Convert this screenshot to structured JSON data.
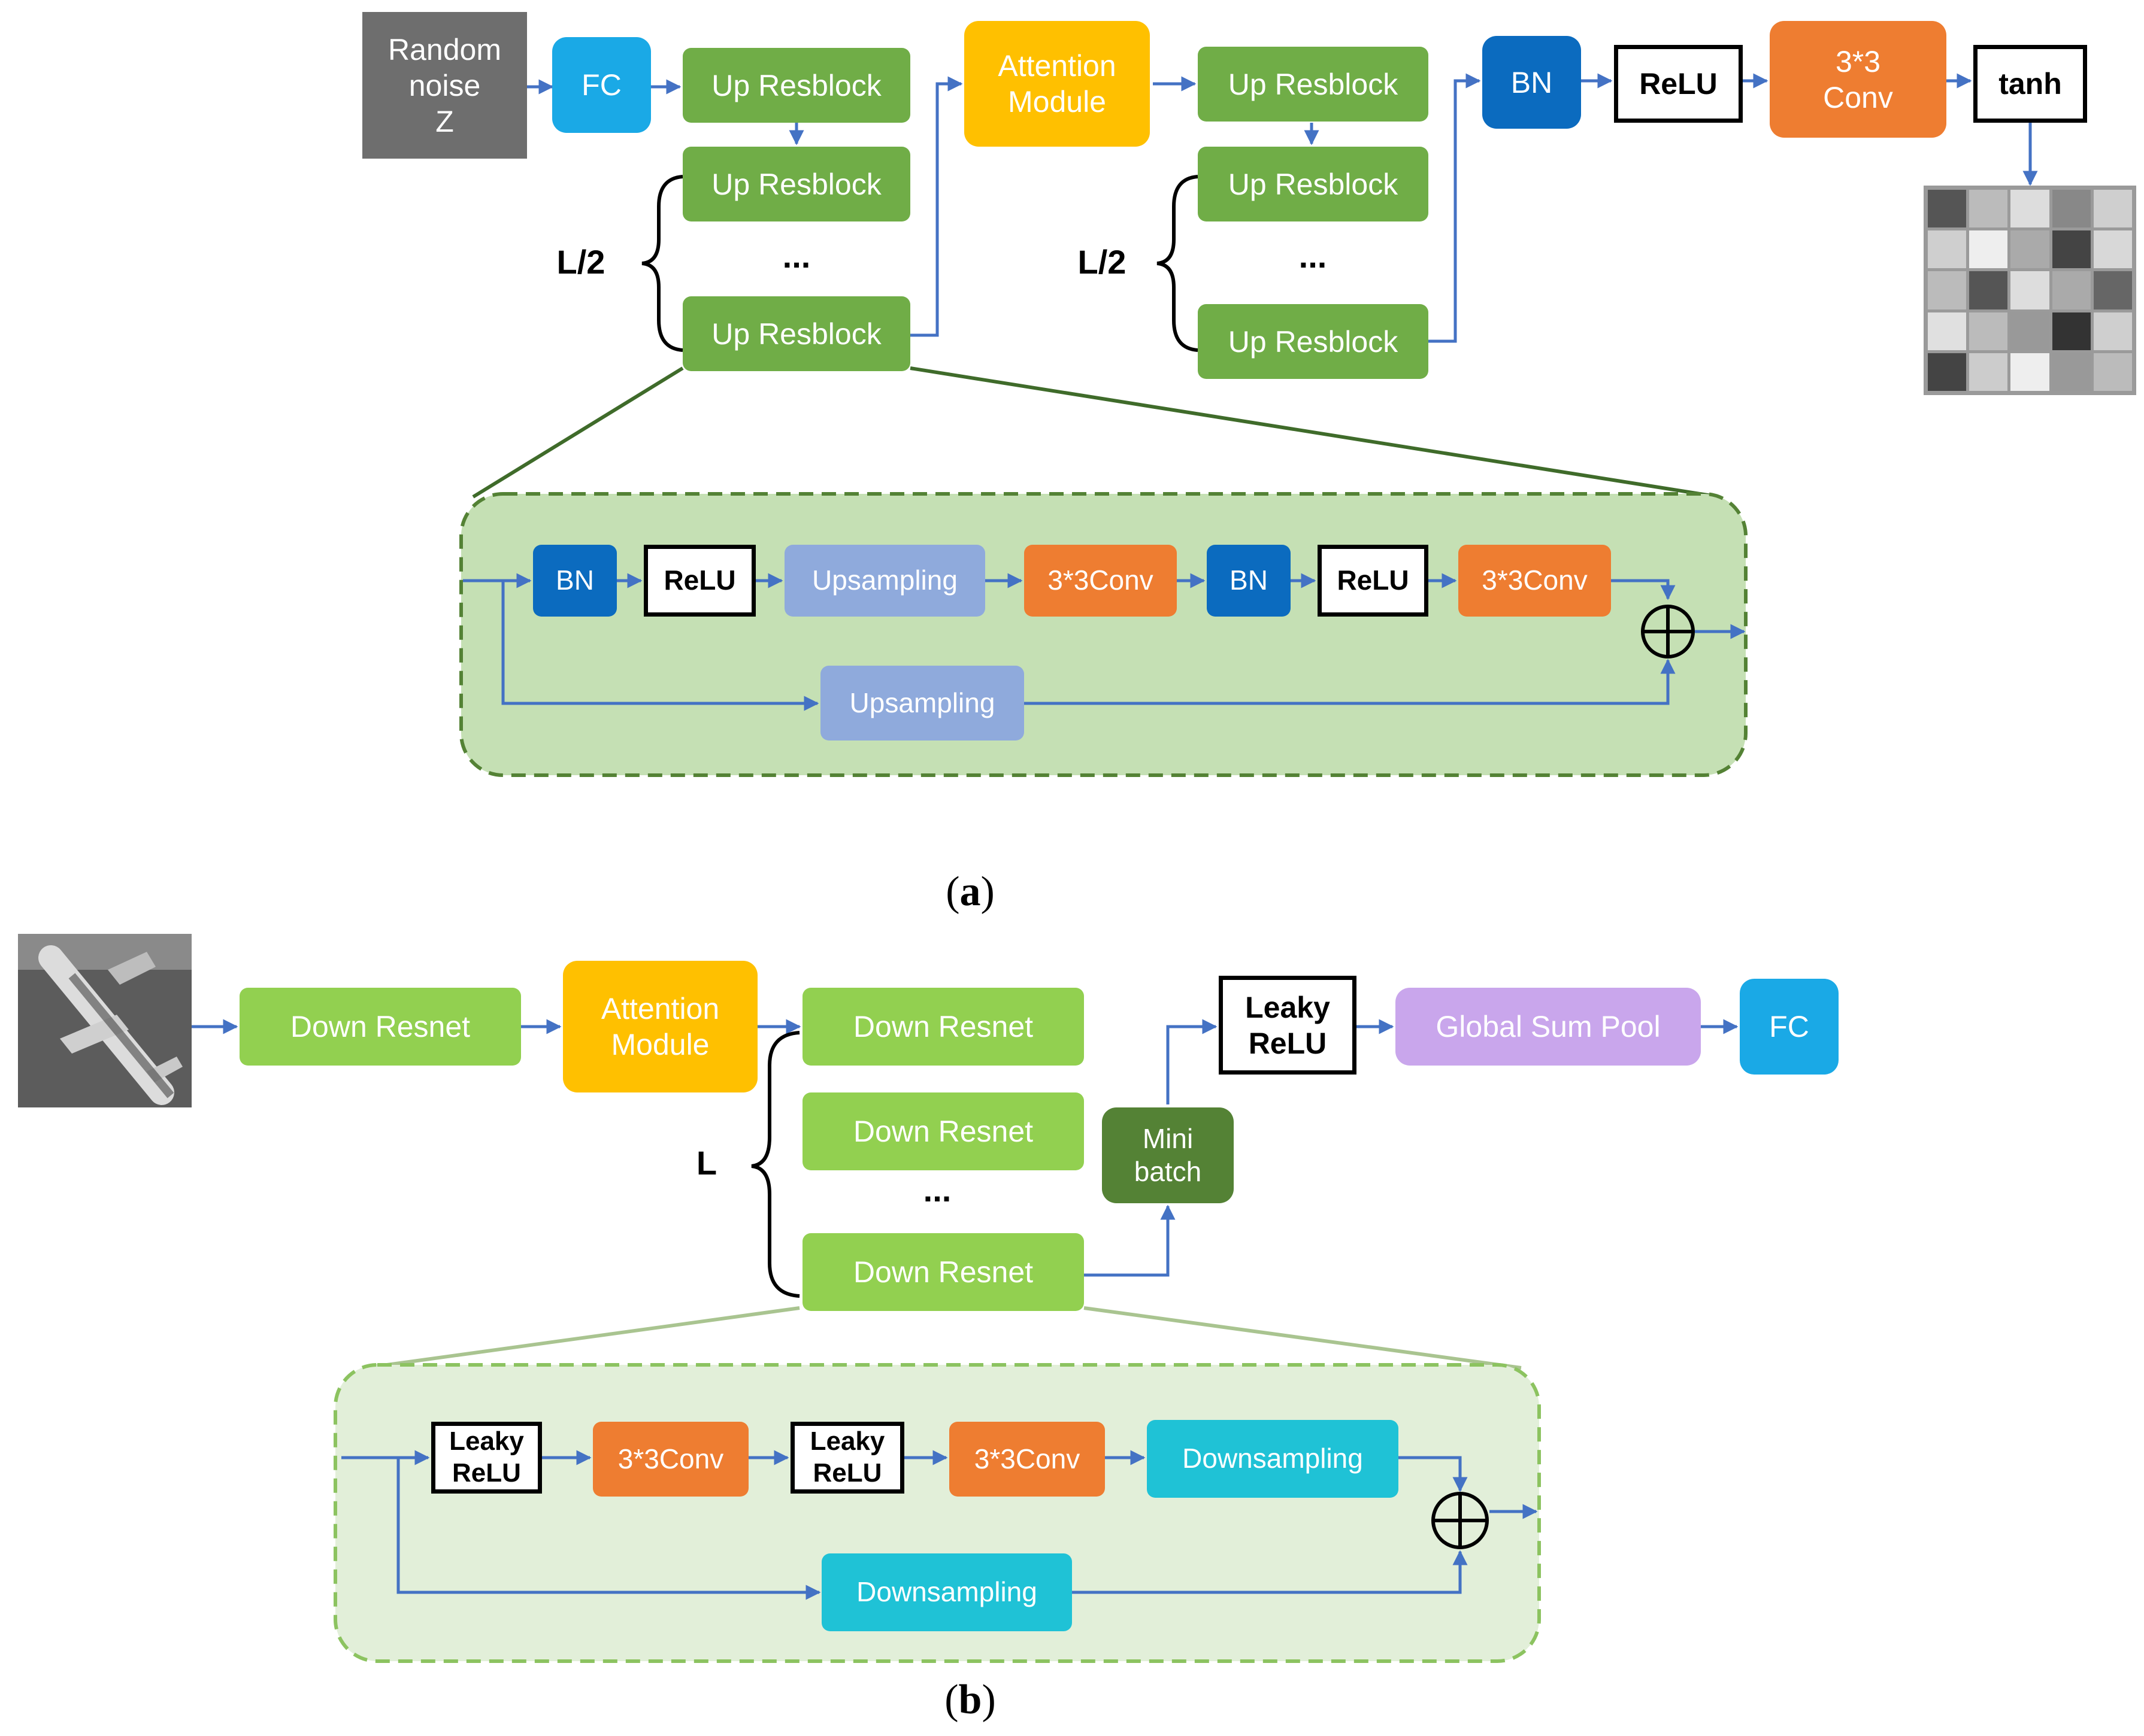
{
  "a": {
    "random_noise": "Random\nnoise\nZ",
    "fc": "FC",
    "up_resblock": "Up Resblock",
    "dots": "...",
    "l_half": "L/2",
    "attention": "Attention\nModule",
    "bn": "BN",
    "relu": "ReLU",
    "conv": "3*3\nConv",
    "tanh": "tanh",
    "detail": {
      "bn": "BN",
      "relu": "ReLU",
      "upsampling": "Upsampling",
      "conv": "3*3Conv"
    },
    "caption_open": "(",
    "caption_letter": "a",
    "caption_close": ")"
  },
  "b": {
    "down_resnet": "Down Resnet",
    "attention": "Attention\nModule",
    "dots": "...",
    "l": "L",
    "mini_batch": "Mini\nbatch",
    "leaky_relu": "Leaky\nReLU",
    "global_sum_pool": "Global Sum Pool",
    "fc": "FC",
    "detail": {
      "leaky_relu": "Leaky\nReLU",
      "conv": "3*3Conv",
      "downsampling": "Downsampling"
    },
    "caption_open": "(",
    "caption_letter": "b",
    "caption_close": ")"
  },
  "colors": {
    "up_resblock": "#70ad47",
    "down_resnet": "#92d050",
    "fc": "#1aa9e6",
    "bn": "#0b6bbf",
    "conv": "#ee7d31",
    "attention": "#ffc000",
    "noise": "#6e6e6e",
    "global_sum_pool": "#c9a6ec",
    "upsampling": "#8faadc",
    "downsampling": "#1fc2d6",
    "mini_batch": "#548235",
    "arrow": "#4472c4",
    "detail_panel_a": "#c5e0b4",
    "detail_panel_b": "#e2efd9"
  }
}
